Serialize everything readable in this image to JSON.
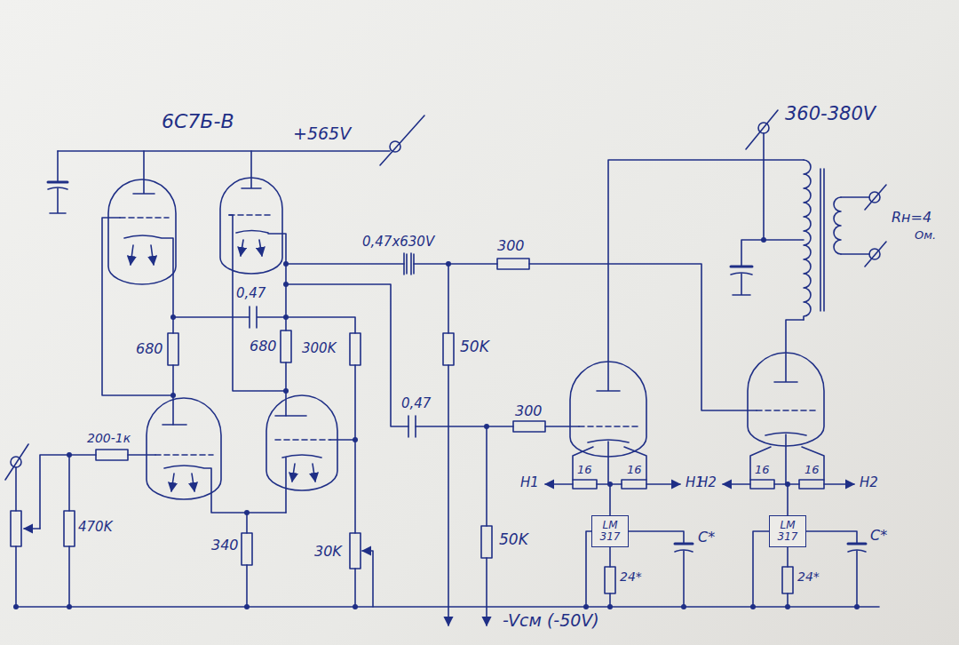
{
  "diagram": {
    "nodes": [
      {
        "text": [
          "LM 317"
        ]
      },
      {
        "text": [
          "LM 317"
        ]
      }
    ],
    "labels": [
      "6С7Б-В",
      "+565V",
      "360-380V",
      "0,47x630V",
      "300",
      "0,47",
      "680",
      "680",
      "300K",
      "50K",
      "0,47",
      "300",
      "50K",
      "200-1к",
      "470K",
      "340",
      "30K",
      "Rн=4",
      "Ом.",
      "H1",
      "16",
      "16",
      "H1",
      "24*",
      "C*",
      "H2",
      "16",
      "16",
      "H2",
      "24*",
      "C*",
      "-Vсм (-50V)"
    ]
  }
}
